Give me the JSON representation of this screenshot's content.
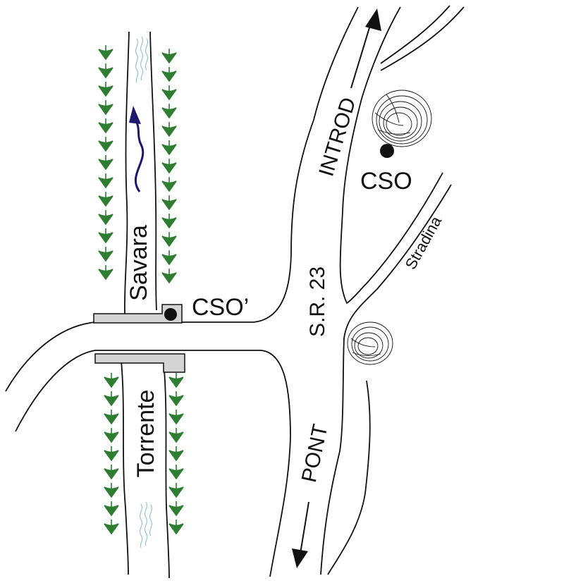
{
  "map": {
    "labels": {
      "introd": "INTROD",
      "cso": "CSO",
      "stradina": "Stradina",
      "sr23": "S.R. 23",
      "cso_prime": "CSO’",
      "savara": "Savara",
      "torrente": "Torrente",
      "pont": "PONT"
    },
    "colors": {
      "line": "#111111",
      "bank_trees": "#2e7d32",
      "flow_arrow": "#1f1670",
      "water_ripple": "#9cc3d5",
      "bridge": "#d4d4d4"
    },
    "icons": {
      "flow": "flow-direction-arrow-icon",
      "north_dir": "arrow-up-icon",
      "south_dir": "arrow-down-icon",
      "bush": "bush-icon",
      "tree": "tree-symbol-icon"
    }
  }
}
